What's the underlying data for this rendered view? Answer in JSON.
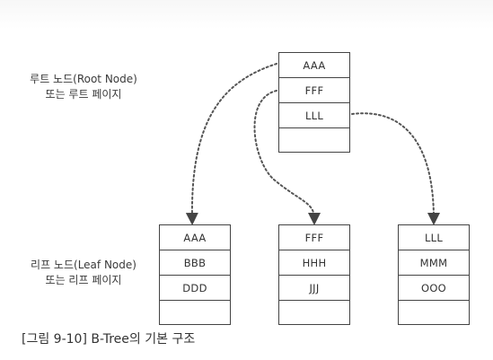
{
  "root_label": {
    "line1": "루트 노드(Root Node)",
    "line2": "또는 루트 페이지"
  },
  "leaf_label": {
    "line1": "리프 노드(Leaf Node)",
    "line2": "또는 리프 페이지"
  },
  "root_node": {
    "keys": [
      "AAA",
      "FFF",
      "LLL",
      ""
    ]
  },
  "leaf_nodes": [
    {
      "keys": [
        "AAA",
        "BBB",
        "DDD",
        ""
      ]
    },
    {
      "keys": [
        "FFF",
        "HHH",
        "JJJ",
        ""
      ]
    },
    {
      "keys": [
        "LLL",
        "MMM",
        "OOO",
        ""
      ]
    }
  ],
  "caption": "[그림 9-10] B-Tree의 기본 구조"
}
